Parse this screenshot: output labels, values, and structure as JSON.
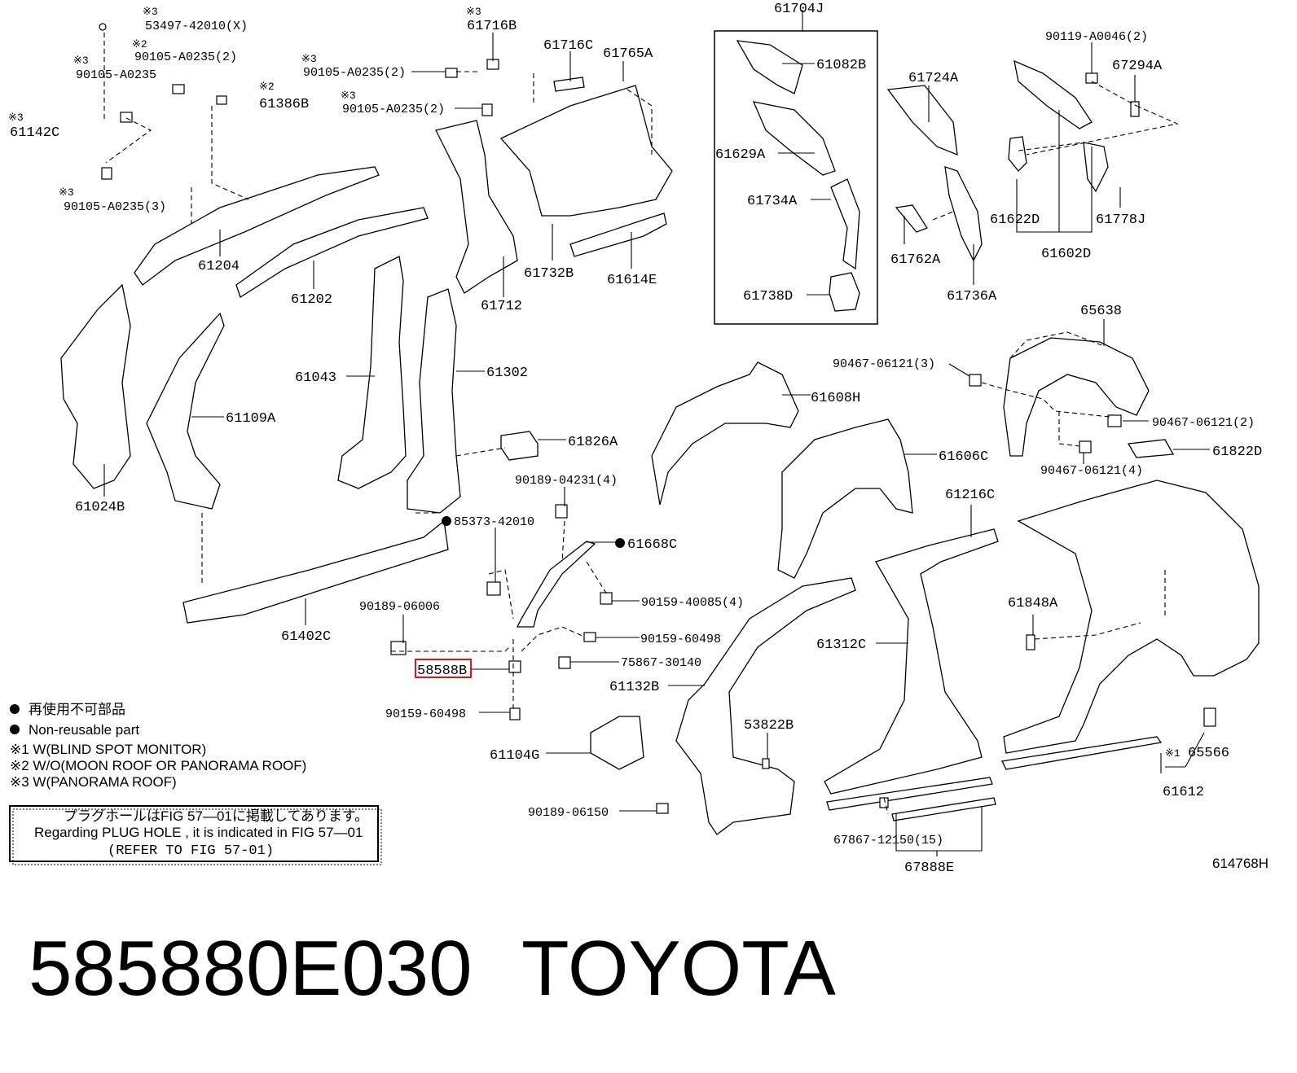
{
  "parts": {
    "p53497": "53497-42010(X)",
    "p90105a": "90105-A0235(2)",
    "p90105b": "90105-A0235",
    "p61386b": "61386B",
    "p61142c": "61142C",
    "p90105c": "90105-A0235(3)",
    "p61204": "61204",
    "p61202": "61202",
    "p61024b": "61024B",
    "p61109a": "61109A",
    "p61043": "61043",
    "p61302": "61302",
    "p61402c": "61402C",
    "p61716b": "61716B",
    "p90105d": "90105-A0235(2)",
    "p90105e": "90105-A0235(2)",
    "p61716c": "61716C",
    "p61765a": "61765A",
    "p61712": "61712",
    "p61732b": "61732B",
    "p61614e": "61614E",
    "p61704j": "61704J",
    "p61082b": "61082B",
    "p61629a": "61629A",
    "p61734a": "61734A",
    "p61738d": "61738D",
    "p61724a": "61724A",
    "p61762a": "61762A",
    "p61736a": "61736A",
    "p90119": "90119-A0046(2)",
    "p67294a": "67294A",
    "p61622d": "61622D",
    "p61778j": "61778J",
    "p61602d": "61602D",
    "p65638": "65638",
    "p90467a": "90467-06121(3)",
    "p90467b": "90467-06121(2)",
    "p90467c": "90467-06121(4)",
    "p61822d": "61822D",
    "p61608h": "61608H",
    "p61606c": "61606C",
    "p61826a": "61826A",
    "p90189a": "90189-04231(4)",
    "p85373": "85373-42010",
    "p61668c": "61668C",
    "p90159a": "90159-40085(4)",
    "p90189b": "90189-06006",
    "p90159b": "90159-60498",
    "p75867": "75867-30140",
    "p58588b": "58588B",
    "p90159c": "90159-60498",
    "p61132b": "61132B",
    "p61104g": "61104G",
    "p90189c": "90189-06150",
    "p53822b": "53822B",
    "p61216c": "61216C",
    "p61312c": "61312C",
    "p61848a": "61848A",
    "p65566": "65566",
    "p61612": "61612",
    "p67867": "67867-12150(15)",
    "p67888e": "67888E"
  },
  "marks": {
    "note1": "※1",
    "note2": "※2",
    "note3": "※3"
  },
  "legend": {
    "nonreusable_jp": "再使用不可部品",
    "nonreusable_en": "Non-reusable part",
    "note1": "※1 W(BLIND SPOT MONITOR)",
    "note2": "※2 W/O(MOON ROOF OR PANORAMA ROOF)",
    "note3": "※3 W(PANORAMA ROOF)"
  },
  "plug_box": {
    "line1": "プラグホールはFIG 57—01に掲載してあります。",
    "line2": "Regarding  PLUG  HOLE , it is indicated in FIG  57—01",
    "line3": "(REFER  TO  FIG 57-01)"
  },
  "figure_code": "614768H",
  "part_number": "585880E030",
  "brand": "TOYOTA",
  "highlight_color": "#d00000"
}
